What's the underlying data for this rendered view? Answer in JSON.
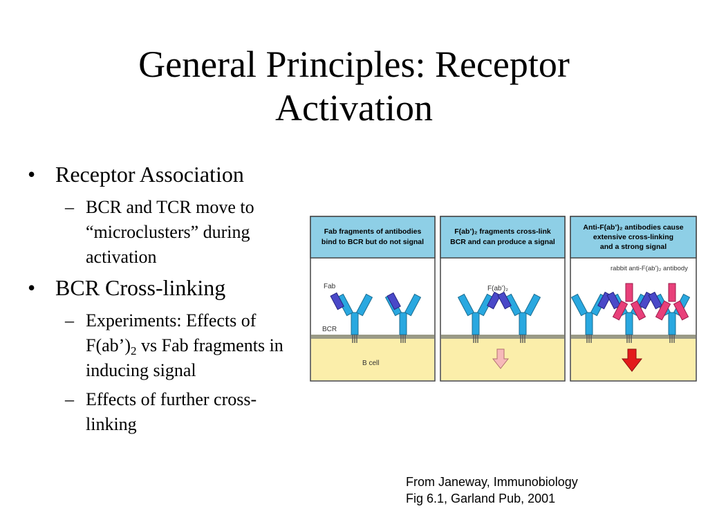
{
  "slide": {
    "title_line1": "General Principles: Receptor",
    "title_line2": "Activation"
  },
  "bullets": [
    {
      "text": "Receptor Association",
      "subs": [
        {
          "text": "BCR and TCR move to “microclusters” during activation"
        }
      ]
    },
    {
      "text": "BCR Cross-linking",
      "subs": [
        {
          "text_pre": "Experiments: Effects of F(ab’)",
          "text_sub": "2",
          "text_post": " vs Fab fragments in inducing signal"
        },
        {
          "text": "Effects of further cross-linking"
        }
      ]
    }
  ],
  "bullet_glyph": "•",
  "dash_glyph": "–",
  "diagram": {
    "panels": [
      {
        "header_line1": "Fab fragments of antibodies",
        "header_line2": "bind to BCR but do not signal"
      },
      {
        "header_line1": "F(ab’)₂ fragments cross-link",
        "header_line2": "BCR and can produce a signal"
      },
      {
        "header_line1": "Anti-F(ab’)₂ antibodies cause",
        "header_line2": "extensive cross-linking",
        "header_line3": "and a strong signal"
      }
    ],
    "labels": {
      "fab": "Fab",
      "bcr": "BCR",
      "fab2": "F(ab’)₂",
      "rabbit": "rabbit anti-F(ab’)₂ antibody",
      "bcell": "B cell"
    },
    "colors": {
      "header_bg": "#8ecfe6",
      "panel_bg": "#ffffff",
      "cell_bg": "#fbeeaa",
      "membrane": "#9a9a86",
      "bcr_blue": "#29a8e0",
      "fab_violet": "#4a48c8",
      "rabbit_pink": "#e8407a",
      "arrow_weak": "#f7b9b9",
      "arrow_strong": "#e31b1b"
    }
  },
  "citation": {
    "line1": "From Janeway, Immunobiology",
    "line2": "Fig 6.1, Garland Pub, 2001"
  }
}
